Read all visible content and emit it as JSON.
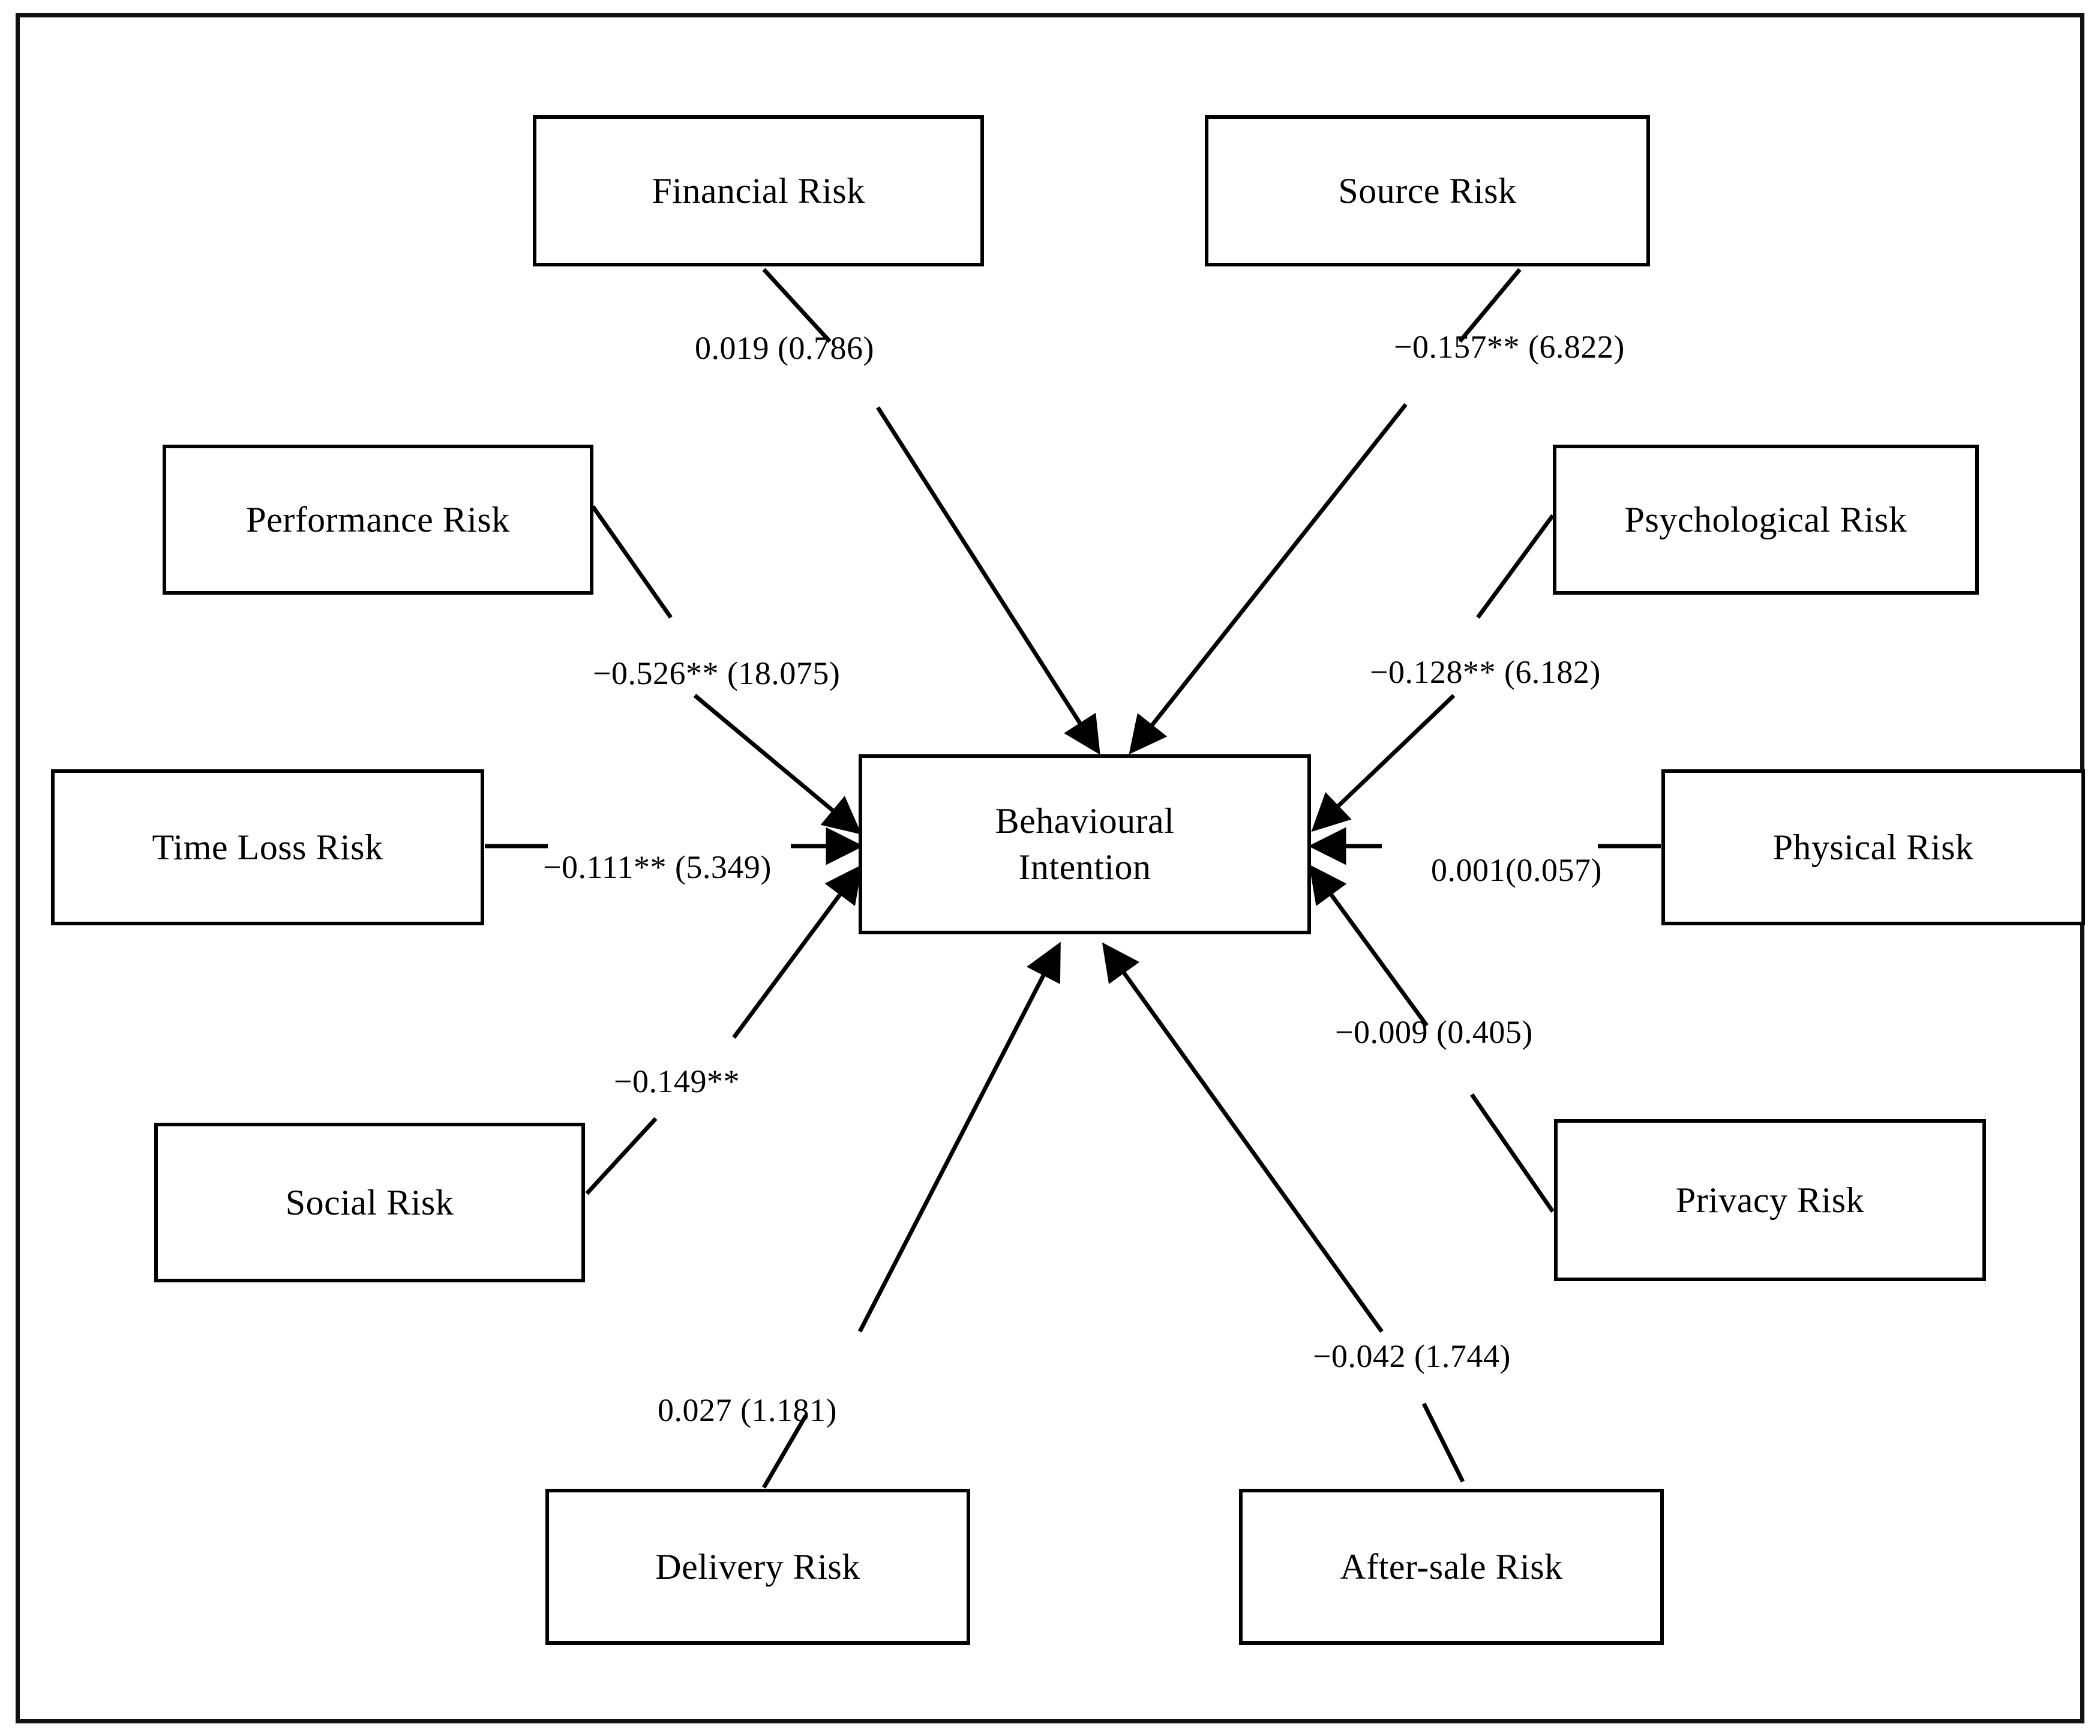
{
  "figure": {
    "type": "path-model-diagram",
    "target_construct": "Behavioural Intention",
    "center_node_label": "Behavioural\nIntention",
    "border_color": "#111111",
    "node_border_color": "#000000",
    "text_color": "#000000",
    "background_color": "#ffffff"
  },
  "nodes": [
    {
      "id": "financial",
      "label": "Financial Risk"
    },
    {
      "id": "source",
      "label": "Source Risk"
    },
    {
      "id": "performance",
      "label": "Performance Risk"
    },
    {
      "id": "psychological",
      "label": "Psychological Risk"
    },
    {
      "id": "timeloss",
      "label": "Time Loss Risk"
    },
    {
      "id": "physical",
      "label": "Physical Risk"
    },
    {
      "id": "social",
      "label": "Social Risk"
    },
    {
      "id": "privacy",
      "label": "Privacy Risk"
    },
    {
      "id": "delivery",
      "label": "Delivery Risk"
    },
    {
      "id": "aftersale",
      "label": "After-sale Risk"
    },
    {
      "id": "center",
      "label": "Behavioural\nIntention"
    }
  ],
  "edges": [
    {
      "from": "financial",
      "to": "center",
      "label": "0.019 (0.786)"
    },
    {
      "from": "source",
      "to": "center",
      "label": "−0.157** (6.822)"
    },
    {
      "from": "performance",
      "to": "center",
      "label": "−0.526** (18.075)"
    },
    {
      "from": "psychological",
      "to": "center",
      "label": "−0.128** (6.182)"
    },
    {
      "from": "timeloss",
      "to": "center",
      "label": "−0.111** (5.349)"
    },
    {
      "from": "physical",
      "to": "center",
      "label": "0.001(0.057)"
    },
    {
      "from": "social",
      "to": "center",
      "label": "−0.149**"
    },
    {
      "from": "privacy",
      "to": "center",
      "label": "−0.009 (0.405)"
    },
    {
      "from": "delivery",
      "to": "center",
      "label": "0.027 (1.181)"
    },
    {
      "from": "aftersale",
      "to": "center",
      "label": "−0.042 (1.744)"
    }
  ],
  "chart_data": {
    "type": "diagram",
    "title": "",
    "dependent_variable": "Behavioural Intention",
    "predictors": [
      {
        "name": "Financial Risk",
        "beta": 0.019,
        "t_value": 0.786,
        "significant": false,
        "stars": ""
      },
      {
        "name": "Source Risk",
        "beta": -0.157,
        "t_value": 6.822,
        "significant": true,
        "stars": "**"
      },
      {
        "name": "Performance Risk",
        "beta": -0.526,
        "t_value": 18.075,
        "significant": true,
        "stars": "**"
      },
      {
        "name": "Psychological Risk",
        "beta": -0.128,
        "t_value": 6.182,
        "significant": true,
        "stars": "**"
      },
      {
        "name": "Time Loss Risk",
        "beta": -0.111,
        "t_value": 5.349,
        "significant": true,
        "stars": "**"
      },
      {
        "name": "Physical Risk",
        "beta": 0.001,
        "t_value": 0.057,
        "significant": false,
        "stars": ""
      },
      {
        "name": "Social Risk",
        "beta": -0.149,
        "t_value": null,
        "significant": true,
        "stars": "**"
      },
      {
        "name": "Privacy Risk",
        "beta": -0.009,
        "t_value": 0.405,
        "significant": false,
        "stars": ""
      },
      {
        "name": "Delivery Risk",
        "beta": 0.027,
        "t_value": 1.181,
        "significant": false,
        "stars": ""
      },
      {
        "name": "After-sale Risk",
        "beta": -0.042,
        "t_value": 1.744,
        "significant": false,
        "stars": ""
      }
    ]
  }
}
